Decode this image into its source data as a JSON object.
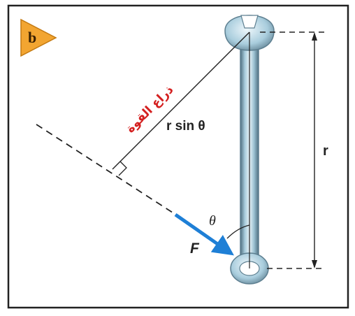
{
  "panel": {
    "badge_label": "b",
    "badge_color": "#f2a531",
    "border_color": "#222222"
  },
  "labels": {
    "lever_arm_arabic": "ذراع القوة",
    "lever_arm_formula": "r sin θ",
    "radius": "r",
    "angle": "θ",
    "force": "F"
  },
  "colors": {
    "force_arrow": "#1e7fd6",
    "arabic_label": "#d42020",
    "wrench_body": "#8fb6c9",
    "wrench_edge": "#5d7f90",
    "line": "#222222"
  }
}
